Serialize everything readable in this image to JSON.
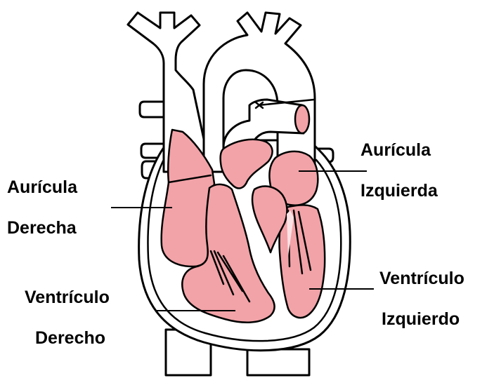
{
  "labels": {
    "right_atrium": [
      "Aurícula",
      "Derecha"
    ],
    "left_atrium": [
      "Aurícula",
      "Izquierda"
    ],
    "right_ventricle": [
      "Ventrículo",
      "Derecho"
    ],
    "left_ventricle": [
      "Ventrículo",
      "Izquierdo"
    ]
  },
  "colors": {
    "chamber_fill": "#f2a3a8",
    "outline": "#000000",
    "background": "#ffffff"
  }
}
